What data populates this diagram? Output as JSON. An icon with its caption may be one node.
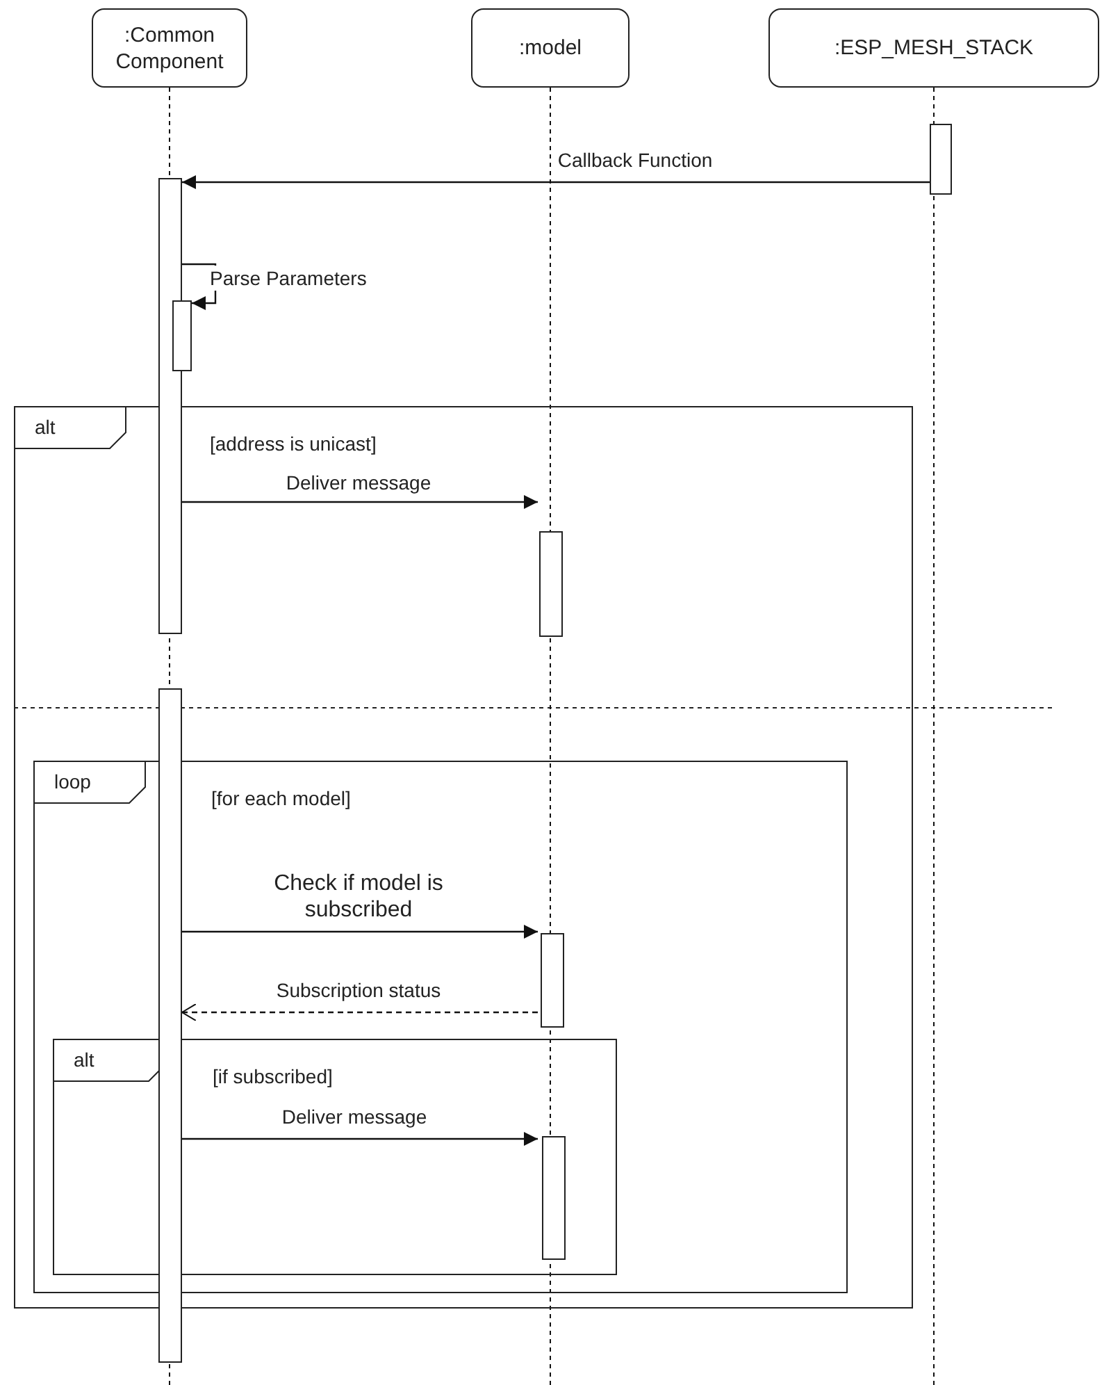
{
  "diagram": {
    "nodes": [
      {
        "text": [
          ":Common Component"
        ]
      },
      {
        "text": [
          ":model"
        ]
      },
      {
        "text": [
          ":ESP_MESH_STACK"
        ]
      },
      {
        "text": [],
        "shape": "bar"
      },
      {
        "text": [],
        "shape": "bar"
      },
      {
        "text": [],
        "shape": "bar"
      },
      {
        "text": [
          "alt",
          "[address is unicast]"
        ]
      },
      {
        "text": [],
        "shape": "bar",
        "in": 6
      },
      {
        "text": [],
        "shape": "bar"
      },
      {
        "text": [
          "loop",
          "[for each model]"
        ],
        "in": 6
      },
      {
        "text": [],
        "shape": "bar",
        "in": 9
      },
      {
        "text": [
          "alt",
          "[if subscribed]"
        ],
        "in": 9
      },
      {
        "text": [],
        "shape": "bar",
        "in": 11
      }
    ],
    "edges": [
      {
        "from": 3,
        "to": 4,
        "arrow": "to",
        "label": "Callback Function"
      },
      {
        "from": 4,
        "to": 5,
        "arrow": "to",
        "label": "Parse Parameters"
      },
      {
        "from": 4,
        "to": 7,
        "arrow": "to",
        "label": "Deliver message"
      },
      {
        "from": 8,
        "to": 10,
        "arrow": "to",
        "label": "Check if model is subscribed"
      },
      {
        "from": 10,
        "to": 8,
        "arrow": "to",
        "label": "Subscription status",
        "style": "dashed"
      },
      {
        "from": 8,
        "to": 12,
        "arrow": "to",
        "label": "Deliver message"
      },
      {
        "from": 0,
        "to": null,
        "arrow": "none",
        "style": "dashed"
      },
      {
        "from": 1,
        "to": null,
        "arrow": "none",
        "style": "dashed"
      },
      {
        "from": 2,
        "to": null,
        "arrow": "none",
        "style": "dashed"
      }
    ]
  }
}
